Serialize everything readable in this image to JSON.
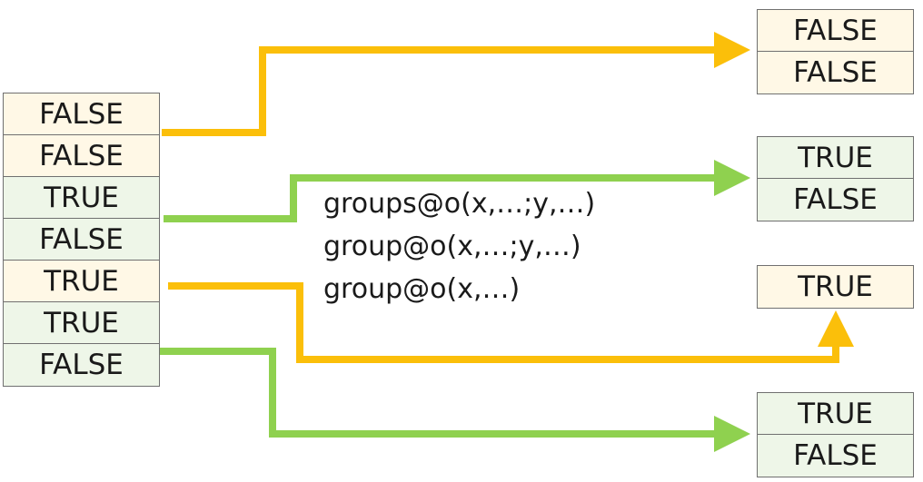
{
  "colors": {
    "orange": "#fbbf0a",
    "green": "#8fd14f",
    "false_fill": "#fff8e6",
    "true_fill": "#eef6e8",
    "border": "#707070"
  },
  "source_column": [
    {
      "label": "FALSE",
      "tint": "false"
    },
    {
      "label": "FALSE",
      "tint": "false"
    },
    {
      "label": "TRUE",
      "tint": "true"
    },
    {
      "label": "FALSE",
      "tint": "true"
    },
    {
      "label": "TRUE",
      "tint": "false"
    },
    {
      "label": "TRUE",
      "tint": "true"
    },
    {
      "label": "FALSE",
      "tint": "true"
    }
  ],
  "outputs": {
    "out1": [
      {
        "label": "FALSE",
        "tint": "false"
      },
      {
        "label": "FALSE",
        "tint": "false"
      }
    ],
    "out2": [
      {
        "label": "TRUE",
        "tint": "true"
      },
      {
        "label": "FALSE",
        "tint": "true"
      }
    ],
    "out3": [
      {
        "label": "TRUE",
        "tint": "false"
      }
    ],
    "out4": [
      {
        "label": "TRUE",
        "tint": "true"
      },
      {
        "label": "FALSE",
        "tint": "true"
      }
    ]
  },
  "formulas": [
    "groups@o(x,…;y,…)",
    "group@o(x,…;y,…)",
    "group@o(x,…)"
  ],
  "arrows": [
    {
      "from": "source rows 1-2",
      "to": "out1",
      "color": "orange"
    },
    {
      "from": "source rows 3-4",
      "to": "out2",
      "color": "green"
    },
    {
      "from": "source row 5",
      "to": "out3",
      "color": "orange"
    },
    {
      "from": "source rows 6-7",
      "to": "out4",
      "color": "green"
    }
  ]
}
